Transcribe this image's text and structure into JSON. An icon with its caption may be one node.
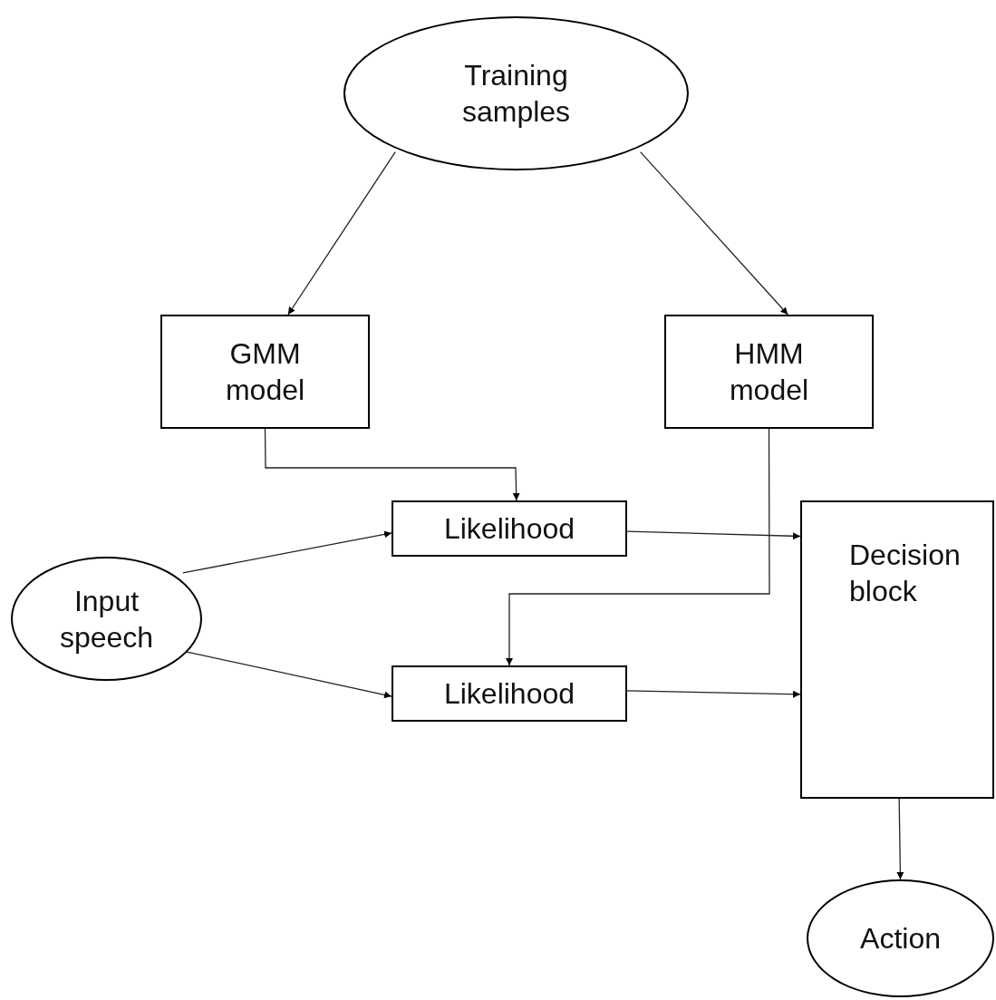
{
  "diagram": {
    "nodes": [
      {
        "text": [
          "Training samples"
        ]
      },
      {
        "text": [
          "GMM model"
        ]
      },
      {
        "text": [
          "HMM model"
        ]
      },
      {
        "text": [
          "Likelihood"
        ]
      },
      {
        "text": [
          "Input speech"
        ]
      },
      {
        "text": [
          "Likelihood"
        ]
      },
      {
        "text": [
          "Decision block"
        ]
      },
      {
        "text": [
          "Action"
        ]
      }
    ],
    "edges": [
      {
        "from": 0,
        "to": 1,
        "arrow": "to"
      },
      {
        "from": 0,
        "to": 2,
        "arrow": "to"
      },
      {
        "from": 1,
        "to": 3,
        "arrow": "to"
      },
      {
        "from": 2,
        "to": 5,
        "arrow": "to"
      },
      {
        "from": 4,
        "to": 3,
        "arrow": "to"
      },
      {
        "from": 4,
        "to": 5,
        "arrow": "to"
      },
      {
        "from": 3,
        "to": 6,
        "arrow": "to"
      },
      {
        "from": 5,
        "to": 6,
        "arrow": "to"
      },
      {
        "from": 6,
        "to": 7,
        "arrow": "to"
      }
    ]
  }
}
